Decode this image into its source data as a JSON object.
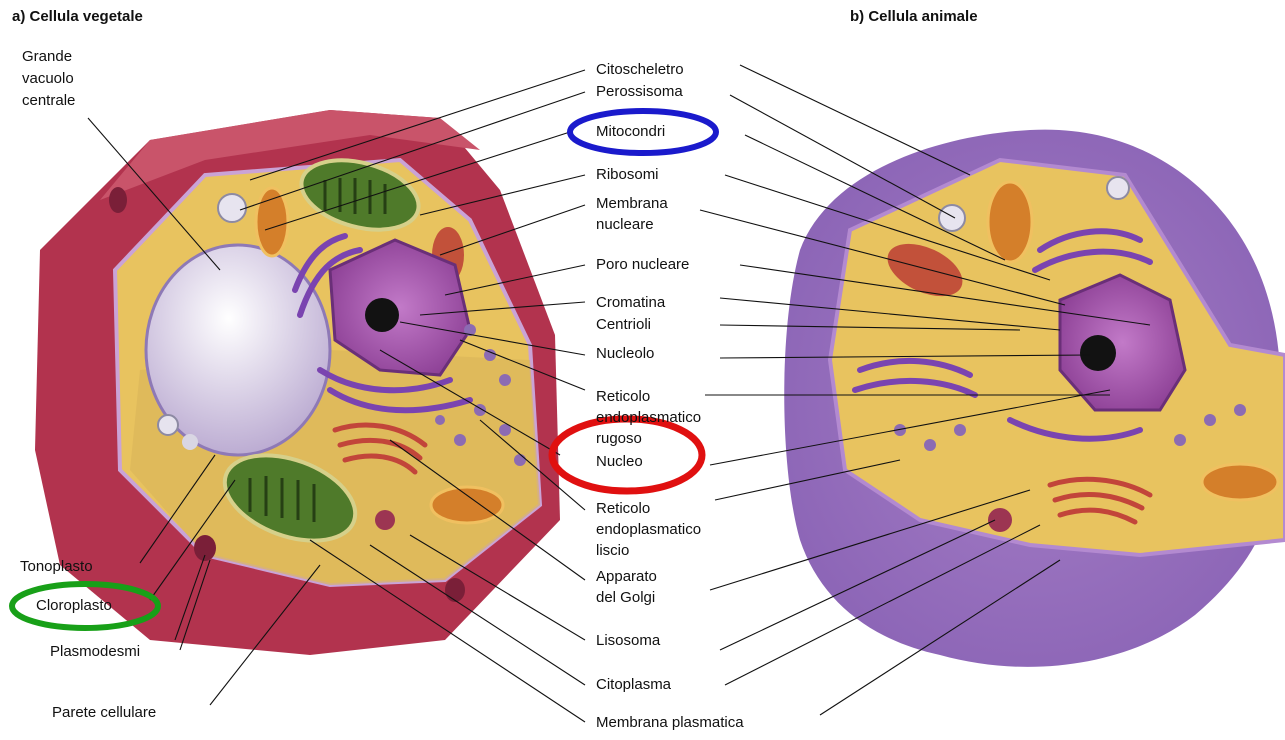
{
  "titles": {
    "plant": "a) Cellula vegetale",
    "animal": "b) Cellula animale"
  },
  "left_labels": {
    "vacuole_1": "Grande",
    "vacuole_2": "vacuolo",
    "vacuole_3": "centrale",
    "tonoplast": "Tonoplasto",
    "chloroplast": "Cloroplasto",
    "plasmodesmata": "Plasmodesmi",
    "cell_wall": "Parete cellulare"
  },
  "center_labels": {
    "cytoskeleton": "Citoscheletro",
    "peroxisome": "Perossisoma",
    "mitochondria": "Mitocondri",
    "ribosomes": "Ribosomi",
    "nuclear_membrane_1": "Membrana",
    "nuclear_membrane_2": "nucleare",
    "nuclear_pore": "Poro nucleare",
    "chromatin": "Cromatina",
    "centrioles": "Centrioli",
    "nucleolus": "Nucleolo",
    "rer_1": "Reticolo",
    "rer_2": "endoplasmatico",
    "rer_3": "rugoso",
    "nucleus": "Nucleo",
    "ser_1": "Reticolo",
    "ser_2": "endoplasmatico",
    "ser_3": "liscio",
    "golgi_1": "Apparato",
    "golgi_2": "del Golgi",
    "lysosome": "Lisosoma",
    "cytoplasm": "Citoplasma",
    "plasma_membrane": "Membrana plasmatica"
  },
  "highlights": {
    "mitochondria_ring_color": "#1a1acc",
    "nucleus_ring_color": "#e01010",
    "chloroplast_ring_color": "#18a018"
  }
}
